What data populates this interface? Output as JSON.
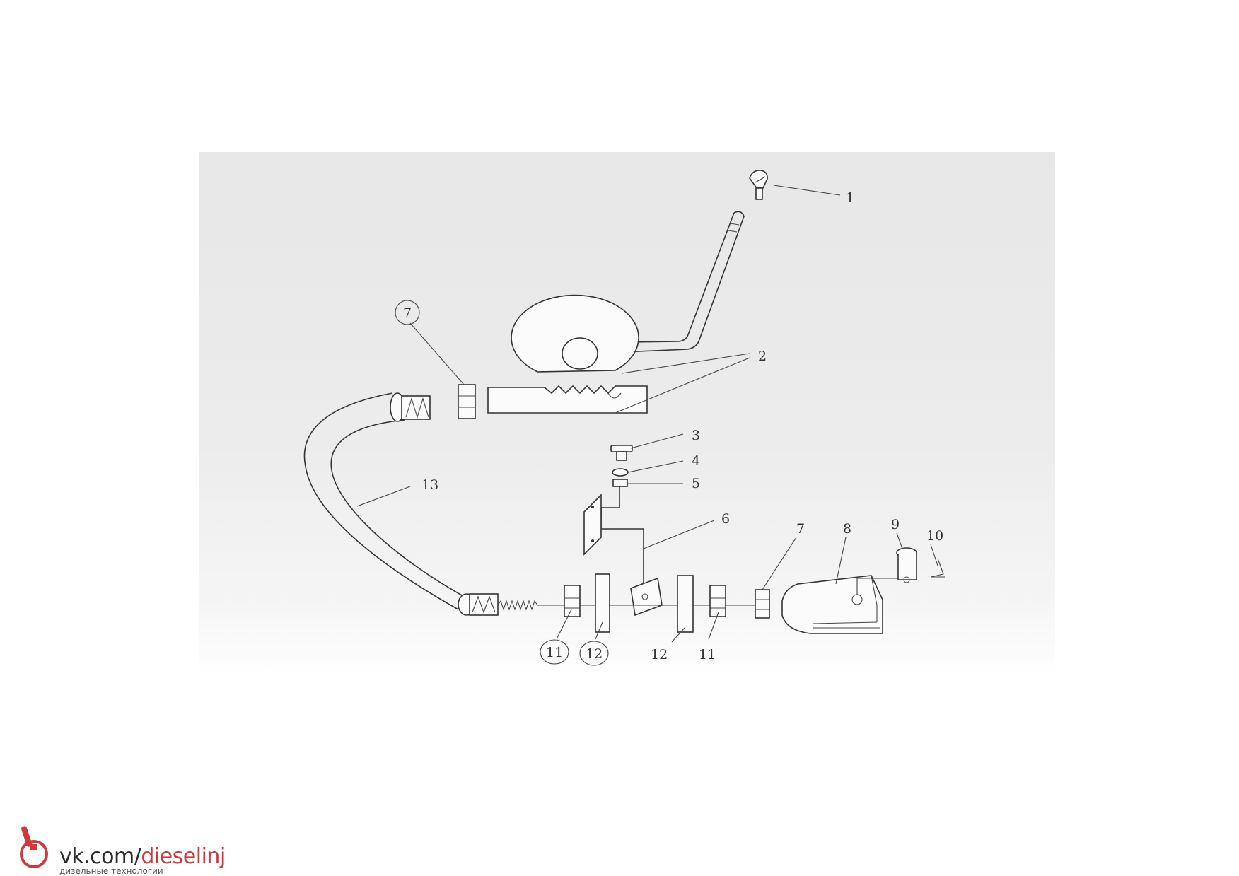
{
  "diagram": {
    "callouts": [
      {
        "id": "c1",
        "label": "1",
        "circled": false
      },
      {
        "id": "c2",
        "label": "2",
        "circled": false
      },
      {
        "id": "c3",
        "label": "3",
        "circled": false
      },
      {
        "id": "c4",
        "label": "4",
        "circled": false
      },
      {
        "id": "c5",
        "label": "5",
        "circled": false
      },
      {
        "id": "c6",
        "label": "6",
        "circled": false
      },
      {
        "id": "c7a",
        "label": "7",
        "circled": true
      },
      {
        "id": "c7b",
        "label": "7",
        "circled": false
      },
      {
        "id": "c8",
        "label": "8",
        "circled": false
      },
      {
        "id": "c9",
        "label": "9",
        "circled": false
      },
      {
        "id": "c10",
        "label": "10",
        "circled": false
      },
      {
        "id": "c11a",
        "label": "11",
        "circled": true
      },
      {
        "id": "c12a",
        "label": "12",
        "circled": true
      },
      {
        "id": "c12b",
        "label": "12",
        "circled": false
      },
      {
        "id": "c11b",
        "label": "11",
        "circled": false
      },
      {
        "id": "c13",
        "label": "13",
        "circled": false
      }
    ]
  },
  "watermark": {
    "url_prefix": "vk.com/",
    "url_accent": "dieselinj",
    "tagline": "дизельные технологии",
    "accent_color": "#d2373c"
  }
}
